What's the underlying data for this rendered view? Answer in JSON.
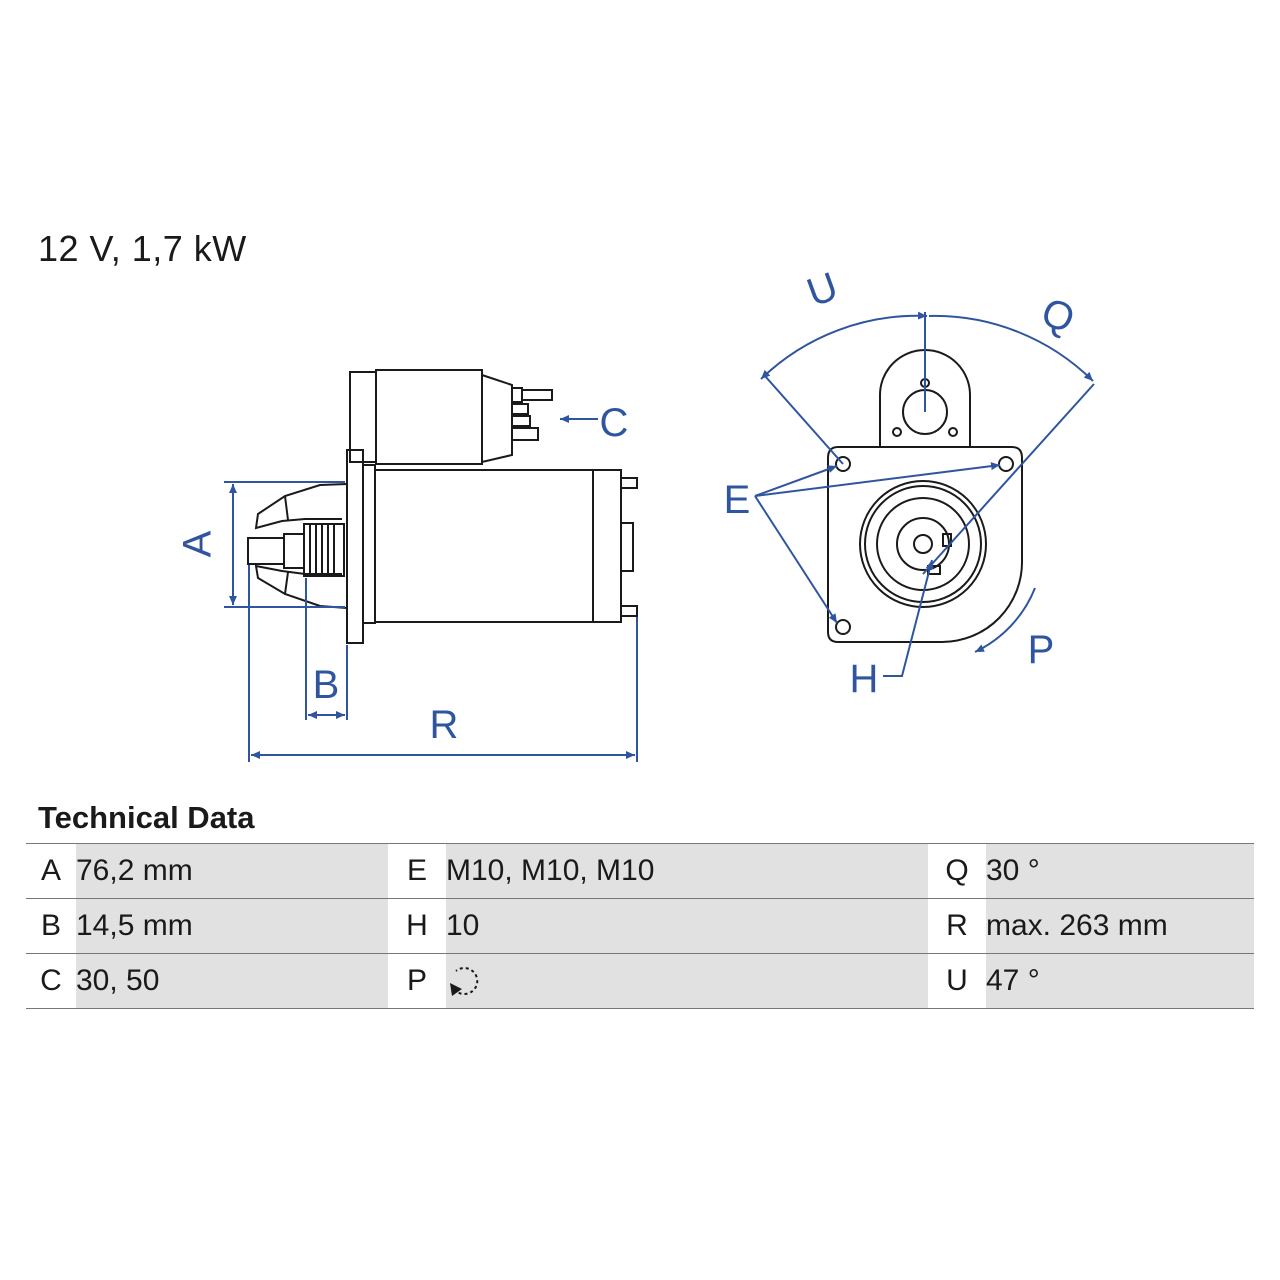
{
  "title": "12 V, 1,7 kW",
  "diagram_labels": {
    "A": "A",
    "B": "B",
    "C": "C",
    "R": "R",
    "U": "U",
    "Q": "Q",
    "E": "E",
    "H": "H",
    "P": "P"
  },
  "section_title": "Technical Data",
  "rows": [
    [
      {
        "k": "A",
        "v": "76,2 mm"
      },
      {
        "k": "E",
        "v": "M10, M10, M10"
      },
      {
        "k": "Q",
        "v": "30 °"
      }
    ],
    [
      {
        "k": "B",
        "v": "14,5 mm"
      },
      {
        "k": "H",
        "v": "10"
      },
      {
        "k": "R",
        "v": "max. 263 mm"
      }
    ],
    [
      {
        "k": "C",
        "v": "30, 50"
      },
      {
        "k": "P",
        "v": "",
        "icon": "counterclockwise-rotation-icon"
      },
      {
        "k": "U",
        "v": "47 °"
      }
    ]
  ],
  "colors": {
    "dimension": "#2f55a0",
    "outline": "#1a1a1a",
    "cell_shade": "#e1e1e1"
  }
}
